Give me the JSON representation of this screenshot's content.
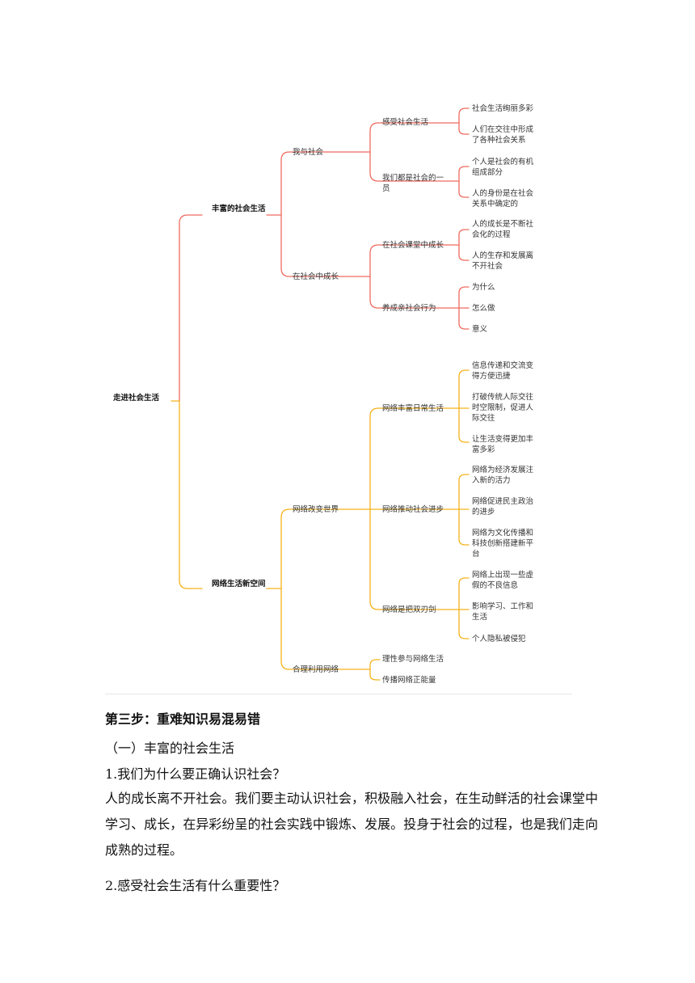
{
  "mindmap": {
    "root": "走进社会生活",
    "branch1": {
      "label": "丰富的社会生活",
      "color": "#ef6b5f",
      "sub1": {
        "label": "我与社会",
        "a": {
          "label": "感受社会生活",
          "leaves": [
            "社会生活绚丽多彩",
            "人们在交往中形成了各种社会关系"
          ]
        },
        "b": {
          "label": "我们都是社会的一员",
          "leaves": [
            "个人是社会的有机组成部分",
            "人的身份是在社会关系中确定的"
          ]
        }
      },
      "sub2": {
        "label": "在社会中成长",
        "a": {
          "label": "在社会课堂中成长",
          "leaves": [
            "人的成长是不断社会化的过程",
            "人的生存和发展离不开社会"
          ]
        },
        "b": {
          "label": "养成亲社会行为",
          "leaves": [
            "为什么",
            "怎么做",
            "意义"
          ]
        }
      }
    },
    "branch2": {
      "label": "网络生活新空间",
      "color": "#f5b21b",
      "sub1": {
        "label": "网络改变世界",
        "a": {
          "label": "网络丰富日常生活",
          "leaves": [
            "信息传递和交流变得方便迅捷",
            "打破传统人际交往时空限制，促进人际交往",
            "让生活变得更加丰富多彩"
          ]
        },
        "b": {
          "label": "网络推动社会进步",
          "leaves": [
            "网络为经济发展注入新的活力",
            "网络促进民主政治的进步",
            "网络为文化传播和科技创新搭建新平台"
          ]
        },
        "c": {
          "label": "网络是把双刃剑",
          "leaves": [
            "网络上出现一些虚假的不良信息",
            "影响学习、工作和生活",
            "个人隐私被侵犯"
          ]
        }
      },
      "sub2": {
        "label": "合理利用网络",
        "leaves": [
          "理性参与网络生活",
          "传播网络正能量"
        ]
      }
    }
  },
  "doc": {
    "step_heading": "第三步：重难知识易混易错",
    "section_heading": "（一）丰富的社会生活",
    "q1": "1.我们为什么要正确认识社会？",
    "a1": "人的成长离不开社会。我们要主动认识社会，积极融入社会，在生动鲜活的社会课堂中学习、成长，在异彩纷呈的社会实践中锻炼、发展。投身于社会的过程，也是我们走向成熟的过程。",
    "q2": "2.感受社会生活有什么重要性？"
  }
}
